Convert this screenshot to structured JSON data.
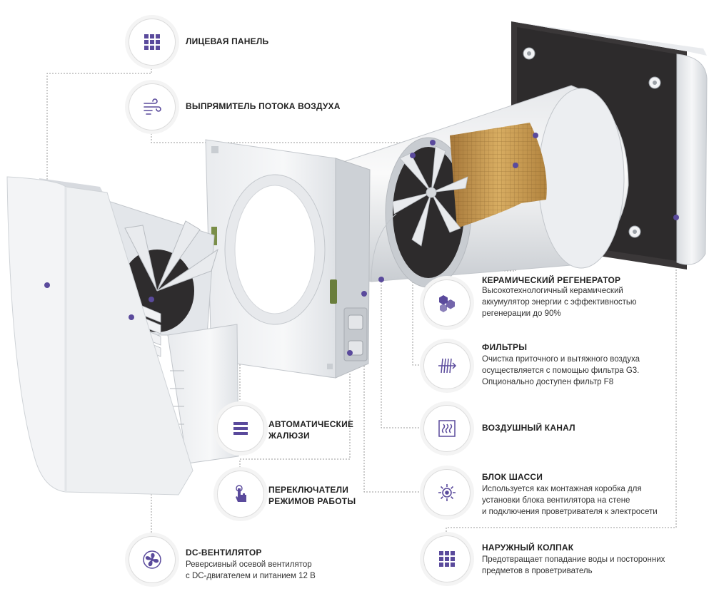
{
  "colors": {
    "accent": "#5a4a9c",
    "leader": "#9a9a9a",
    "panel_light": "#f1f2f4",
    "panel_shadow": "#c9cdd2",
    "dark_plate": "#2d2b2c",
    "ceramic": "#c99a4f"
  },
  "callouts": [
    {
      "key": "face_panel",
      "icon": "grid-icon",
      "title": "ЛИЦЕВАЯ ПАНЕЛЬ"
    },
    {
      "key": "flow_straightener",
      "icon": "airflow-icon",
      "title": "ВЫПРЯМИТЕЛЬ ПОТОКА ВОЗДУХА"
    },
    {
      "key": "ceramic_regenerator",
      "icon": "hexagons-icon",
      "title": "КЕРАМИЧЕСКИЙ РЕГЕНЕРАТОР",
      "lines": [
        "Высокотехнологичный керамический",
        "аккумулятор энергии с эффективностью",
        "регенерации до 90%"
      ]
    },
    {
      "key": "filters",
      "icon": "filter-icon",
      "title": "ФИЛЬТРЫ",
      "lines": [
        "Очистка приточного и вытяжного воздуха",
        "осуществляется с помощью фильтра G3.",
        "Опционально доступен фильтр F8"
      ]
    },
    {
      "key": "air_duct",
      "icon": "heat-waves-icon",
      "title": "ВОЗДУШНЫЙ КАНАЛ"
    },
    {
      "key": "chassis",
      "icon": "gear-icon",
      "title": "БЛОК ШАССИ",
      "lines": [
        "Используется как монтажная коробка для",
        "установки блока вентилятора на стене",
        "и подключения проветривателя к электросети"
      ]
    },
    {
      "key": "outer_hood",
      "icon": "grid-icon",
      "title": "НАРУЖНЫЙ КОЛПАК",
      "lines": [
        "Предотвращает попадание воды и посторонних",
        "предметов в проветриватель"
      ]
    },
    {
      "key": "auto_shutters",
      "icon": "shutters-icon",
      "title": "АВТОМАТИЧЕСКИЕ",
      "title2": "ЖАЛЮЗИ"
    },
    {
      "key": "mode_switches",
      "icon": "touch-hand-icon",
      "title": "ПЕРЕКЛЮЧАТЕЛИ",
      "title2": "РЕЖИМОВ РАБОТЫ"
    },
    {
      "key": "dc_fan",
      "icon": "fan-icon",
      "title": "DC-ВЕНТИЛЯТОР",
      "lines": [
        "Реверсивный осевой вентилятор",
        "с DC-двигателем и питанием 12 В"
      ]
    }
  ]
}
